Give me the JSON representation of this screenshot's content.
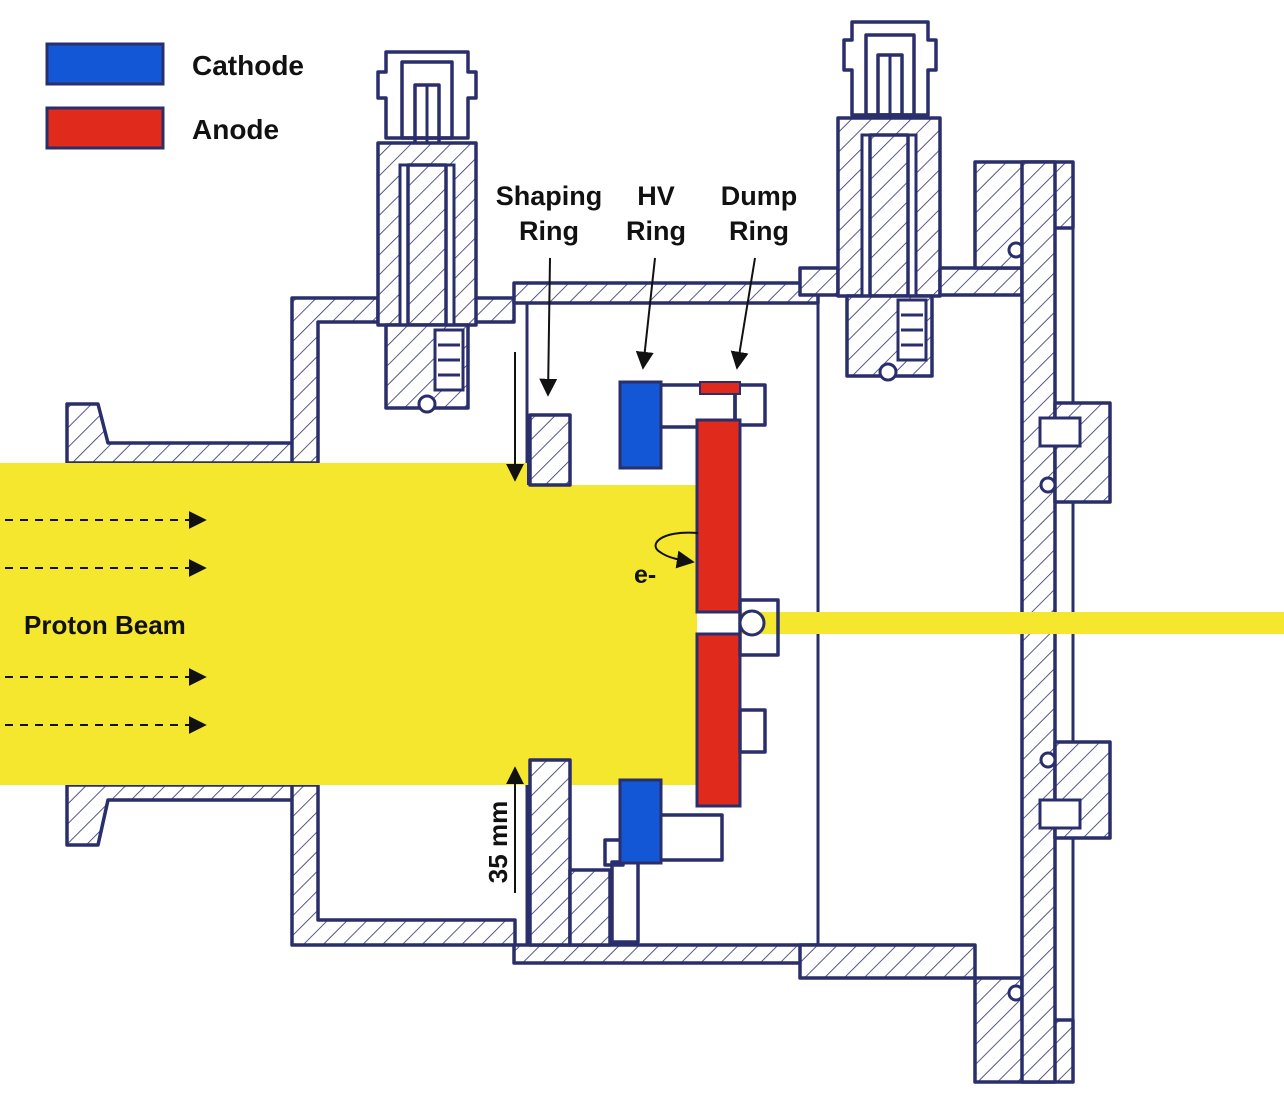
{
  "legend": {
    "cathode_label": "Cathode",
    "anode_label": "Anode",
    "cathode_color": "#1457d6",
    "anode_color": "#e02a1c"
  },
  "labels": {
    "shaping_line1": "Shaping",
    "shaping_line2": "Ring",
    "hv_line1": "HV",
    "hv_line2": "Ring",
    "dump_line1": "Dump",
    "dump_line2": "Ring",
    "electron": "e-",
    "proton_beam": "Proton Beam",
    "dimension": "35 mm"
  },
  "colors": {
    "beam": "#f4e72e",
    "outline": "#2a2f6b"
  }
}
